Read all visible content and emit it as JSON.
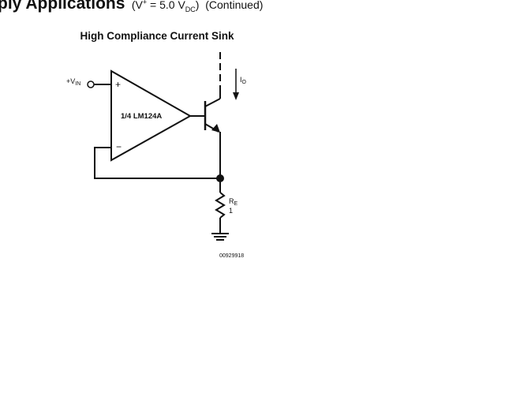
{
  "header": {
    "title": "ply Applications",
    "sup_prefix": "(V",
    "sup": "+",
    "eq": " = 5.0 V",
    "sub": "DC",
    "close": ")",
    "continued": "(Continued)"
  },
  "diagram": {
    "title": "High Compliance Current Sink",
    "input": {
      "prefix": "+V",
      "sub": "IN"
    },
    "opamp_label": "1/4 LM124A",
    "plus": "+",
    "minus": "−",
    "output_current": {
      "main": "I",
      "sub": "O"
    },
    "resistor": {
      "main": "R",
      "sub": "E",
      "value": "1"
    },
    "part_number": "00929918"
  }
}
